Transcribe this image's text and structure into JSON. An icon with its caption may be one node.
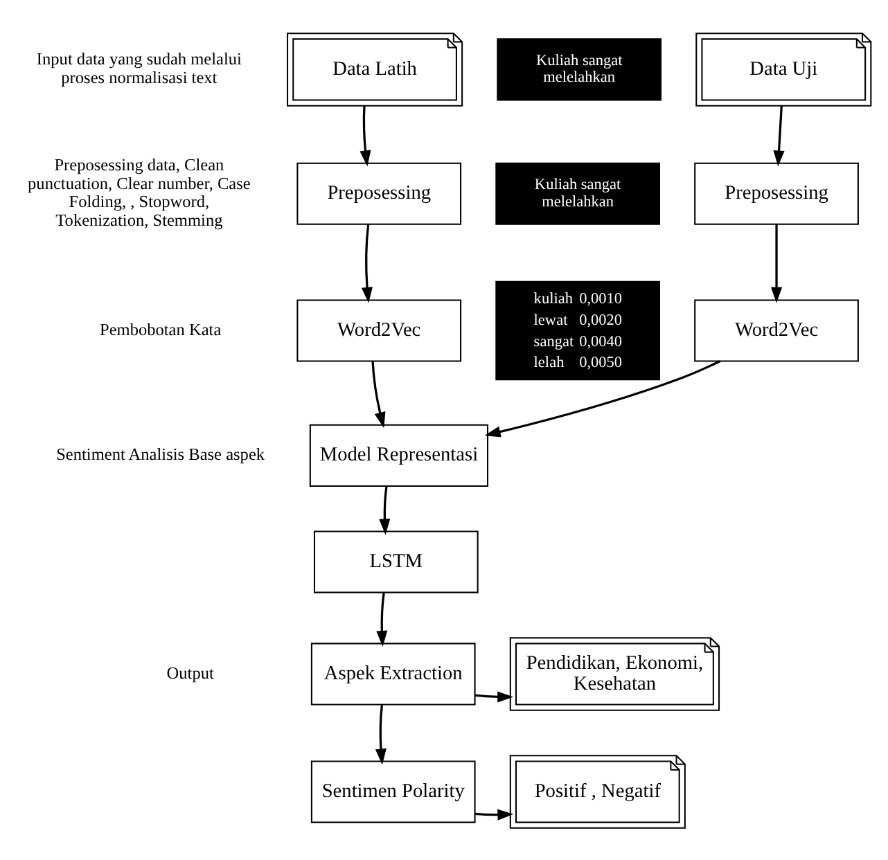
{
  "diagram": {
    "nodes": [
      {
        "text": [
          "Data Latih"
        ]
      },
      {
        "text": [
          "Kuliah sangat melelahkan"
        ]
      },
      {
        "text": [
          "Data Uji"
        ]
      },
      {
        "text": [
          "Preposessing"
        ]
      },
      {
        "text": [
          "Kuliah sangat melelahkan"
        ]
      },
      {
        "text": [
          "Preposessing"
        ]
      },
      {
        "text": [
          "Word2Vec"
        ]
      },
      {
        "text": [
          "kuliah",
          "0,0010",
          "lewat",
          "0,0020",
          "sangat",
          "0,0040",
          "lelah",
          "0,0050"
        ]
      },
      {
        "text": [
          "Word2Vec"
        ]
      },
      {
        "text": [
          "Model Representasi"
        ]
      },
      {
        "text": [
          "LSTM"
        ]
      },
      {
        "text": [
          "Aspek Extraction"
        ]
      },
      {
        "text": [
          "Pendidikan, Ekonomi, Kesehatan"
        ]
      },
      {
        "text": [
          "Sentimen Polarity"
        ]
      },
      {
        "text": [
          "Positif , Negatif"
        ]
      }
    ],
    "edges": [
      {
        "from": 0,
        "to": 3,
        "arrow": "to"
      },
      {
        "from": 2,
        "to": 5,
        "arrow": "to"
      },
      {
        "from": 3,
        "to": 6,
        "arrow": "to"
      },
      {
        "from": 5,
        "to": 8,
        "arrow": "to"
      },
      {
        "from": 6,
        "to": 9,
        "arrow": "to"
      },
      {
        "from": 8,
        "to": 9,
        "arrow": "to"
      },
      {
        "from": 9,
        "to": 10,
        "arrow": "to"
      },
      {
        "from": 10,
        "to": 11,
        "arrow": "to"
      },
      {
        "from": 11,
        "to": 12,
        "arrow": "to"
      },
      {
        "from": 11,
        "to": 13,
        "arrow": "to"
      },
      {
        "from": 13,
        "to": 14,
        "arrow": "to"
      }
    ],
    "labels": [
      "Input data yang sudah melalui proses normalisasi text",
      "Preposessing data, Clean punctuation, Clear number, Case Folding, , Stopword, Tokenization, Stemming",
      "Pembobotan Kata",
      "Sentiment Analisis Base aspek",
      "Output"
    ]
  }
}
